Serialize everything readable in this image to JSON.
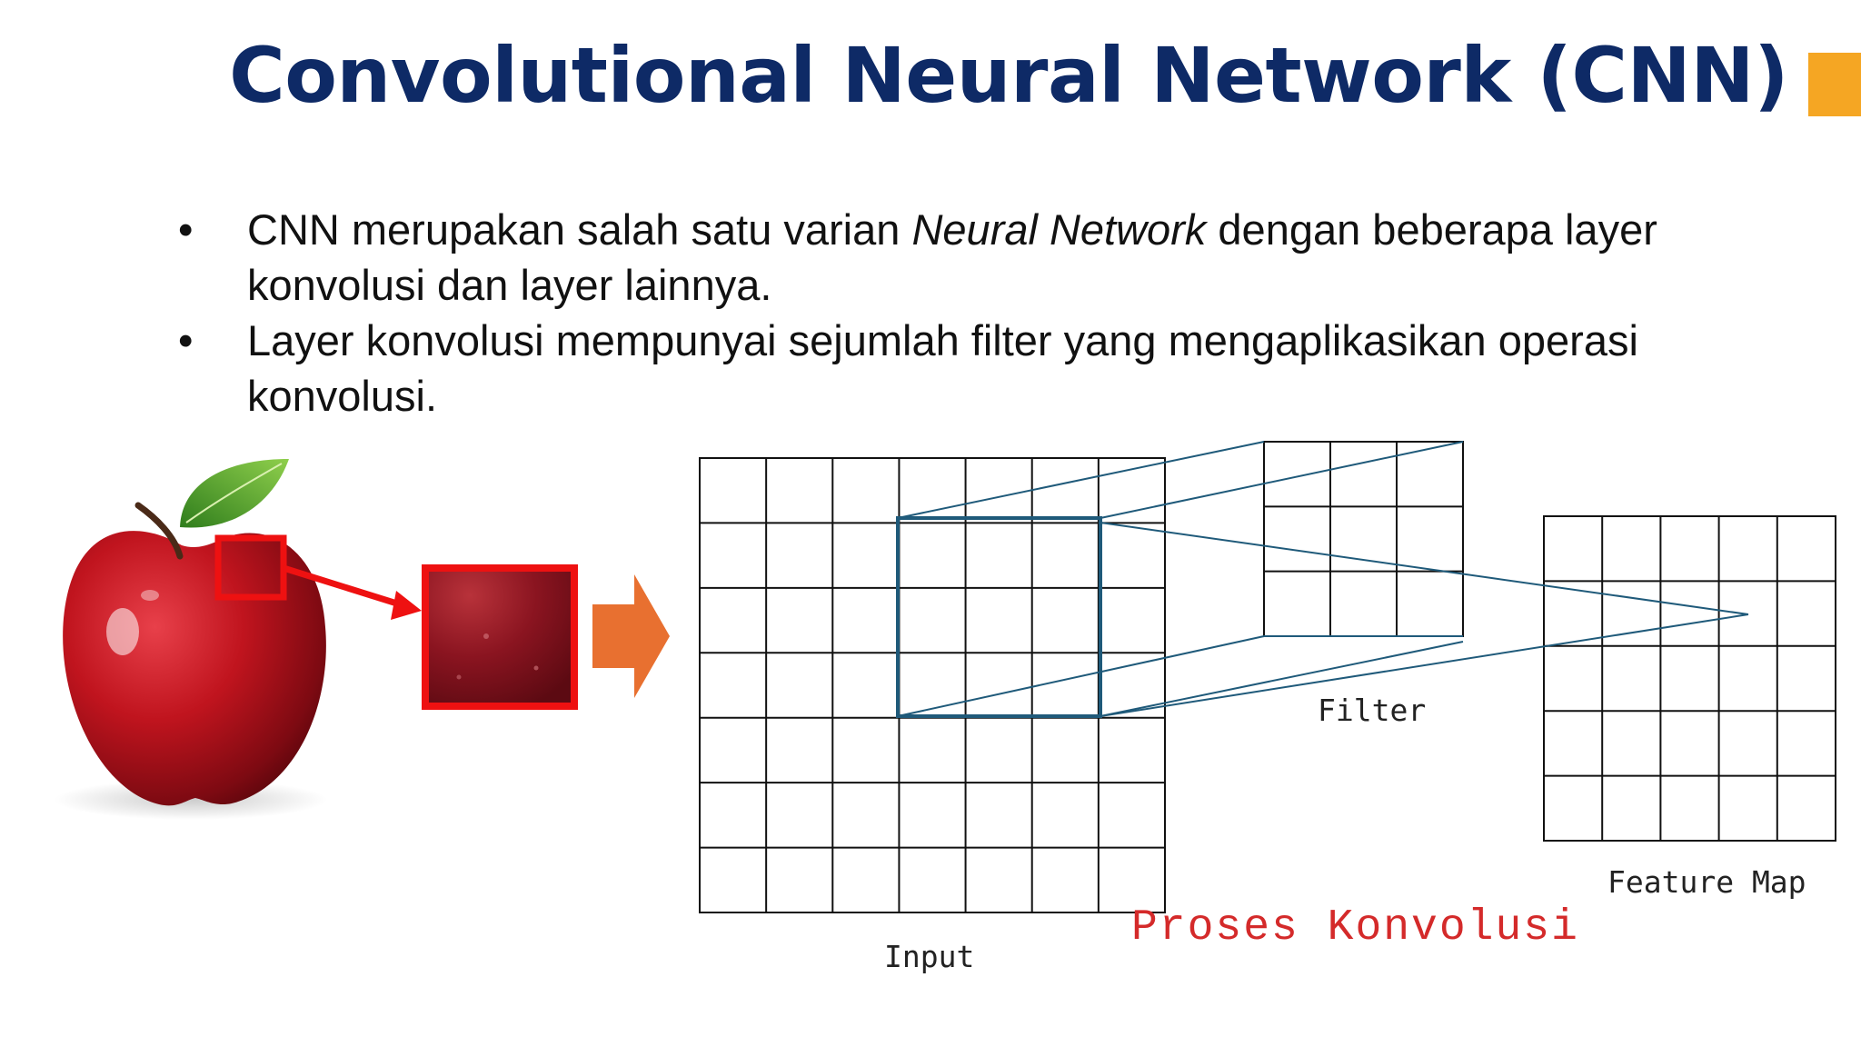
{
  "slide": {
    "title": "Convolutional Neural Network (CNN)",
    "accent_color": "#f5a623",
    "title_color": "#0e2a66"
  },
  "bullets": [
    {
      "marker": "•",
      "text_before": "CNN merupakan salah satu varian ",
      "text_italic": "Neural Network",
      "text_after": " dengan beberapa layer konvolusi dan layer lainnya."
    },
    {
      "marker": "•",
      "text_before": "Layer konvolusi mempunyai sejumlah filter yang mengaplikasikan operasi konvolusi.",
      "text_italic": "",
      "text_after": ""
    }
  ],
  "diagram": {
    "input_label": "Input",
    "filter_label": "Filter",
    "feature_map_label": "Feature Map",
    "process_label": "Proses Konvolusi",
    "input_grid": {
      "rows": 7,
      "cols": 7
    },
    "filter_grid": {
      "rows": 3,
      "cols": 3
    },
    "feature_map_grid": {
      "rows": 5,
      "cols": 5
    },
    "highlight_color": "#1f5a7a",
    "patch_highlight_color": "#ee1111",
    "arrow_color": "#e87030"
  }
}
